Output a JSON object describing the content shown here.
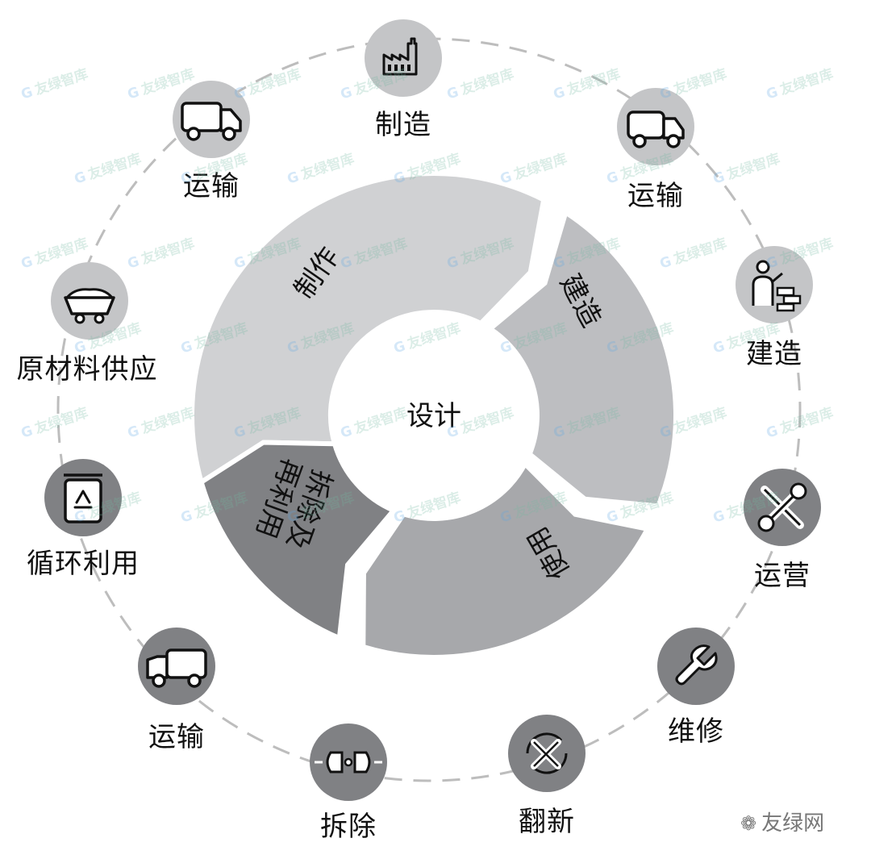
{
  "center": {
    "label": "设计"
  },
  "segments": [
    {
      "label": "制作",
      "color": "#d0d1d3"
    },
    {
      "label": "建造",
      "color": "#bdbec1"
    },
    {
      "label": "使用",
      "color": "#a7a8ab"
    },
    {
      "label": "拆除及再利用",
      "line1": "拆除及",
      "line2": "再利用",
      "color": "#808184"
    }
  ],
  "nodes": [
    {
      "label": "制造",
      "icon": "factory-icon"
    },
    {
      "label": "运输",
      "icon": "truck-icon"
    },
    {
      "label": "建造",
      "icon": "construction-worker-icon"
    },
    {
      "label": "运营",
      "icon": "wrench-screwdriver-icon"
    },
    {
      "label": "维修",
      "icon": "repair-wrench-icon"
    },
    {
      "label": "翻新",
      "icon": "renovation-cycle-icon"
    },
    {
      "label": "拆除",
      "icon": "demolition-icon"
    },
    {
      "label": "运输",
      "icon": "truck-icon"
    },
    {
      "label": "循环利用",
      "icon": "recycle-bin-icon"
    },
    {
      "label": "原材料供应",
      "icon": "mine-cart-icon"
    },
    {
      "label": "运输",
      "icon": "truck-icon"
    }
  ],
  "watermark": {
    "text": "友绿智库"
  },
  "credit": {
    "text": "友绿网"
  },
  "colors": {
    "icon_bg": "#c4c5c7",
    "icon_line": "#111111",
    "dash": "#bdbdbd"
  }
}
